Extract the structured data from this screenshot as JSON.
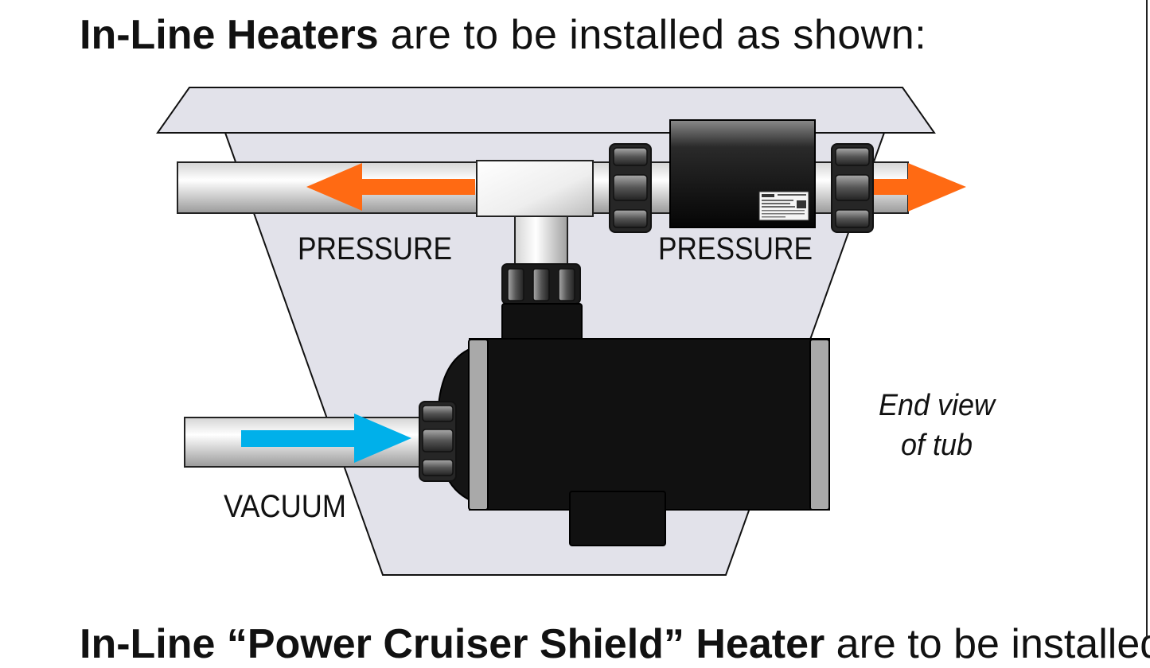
{
  "heading": {
    "bold": "In-Line Heaters",
    "rest": " are to be installed as shown:"
  },
  "diagram": {
    "label_pressure_left": "PRESSURE",
    "label_pressure_right": "PRESSURE",
    "label_vacuum": "VACUUM",
    "label_end_view_line1": "End view",
    "label_end_view_line2": "of tub",
    "colors": {
      "tub": "#e2e2ea",
      "pressure_arrow": "#ff6a13",
      "vacuum_arrow": "#00b0ea",
      "equipment": "#111111"
    }
  },
  "next_heading": {
    "bold": "In-Line “Power Cruiser Shield” Heater",
    "rest": " are to be installed"
  }
}
